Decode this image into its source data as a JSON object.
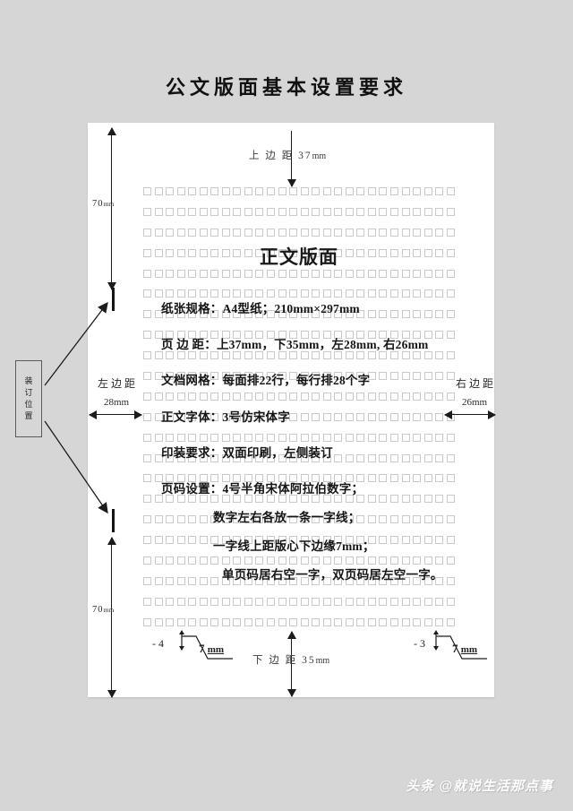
{
  "title": "公文版面基本设置要求",
  "sheet": {
    "doc_head": "正文版面",
    "lines": [
      "纸张规格：A4型纸；210mm×297mm",
      "页 边 距：上37mm，下35mm，左28mm, 右26mm",
      "文档网格：每面排22行，每行排28个字",
      "正文字体：3号仿宋体字",
      "印装要求：双面印刷，左侧装订",
      "页码设置：4号半角宋体阿拉伯数字；",
      "数字左右各放一条一字线；",
      "一字线上距版心下边缘7mm；",
      "单页码居右空一字，双页码居左空一字。"
    ],
    "grid": {
      "rows": 22,
      "cols": 28
    }
  },
  "annotations": {
    "top_margin_label": "上 边 距",
    "top_margin_value": "37",
    "top_margin_unit": "mm",
    "bottom_margin_label": "下 边 距",
    "bottom_margin_value": "35",
    "bottom_margin_unit": "mm",
    "left_margin_label": "左 边 距",
    "left_margin_value": "28mm",
    "right_margin_label": "右 边 距",
    "right_margin_value": "26mm",
    "binding_span_top_value": "70",
    "binding_span_top_unit": "mm",
    "binding_span_bottom_value": "70",
    "binding_span_bottom_unit": "mm",
    "binding_box_label": "装订位置",
    "binding_box_chars": [
      "装",
      "订",
      "位",
      "置"
    ],
    "page_number_left": "- 4",
    "page_number_right": "- 3",
    "callout_left_value": "7",
    "callout_left_unit": "mm",
    "callout_right_value": "7",
    "callout_right_unit": "mm"
  },
  "watermark": "头条 @就说生活那点事",
  "colors": {
    "background": "#d6d6d6",
    "page": "#ffffff",
    "grid_cell_border": "#c9c9cf",
    "ink": "#1c1c1c"
  }
}
